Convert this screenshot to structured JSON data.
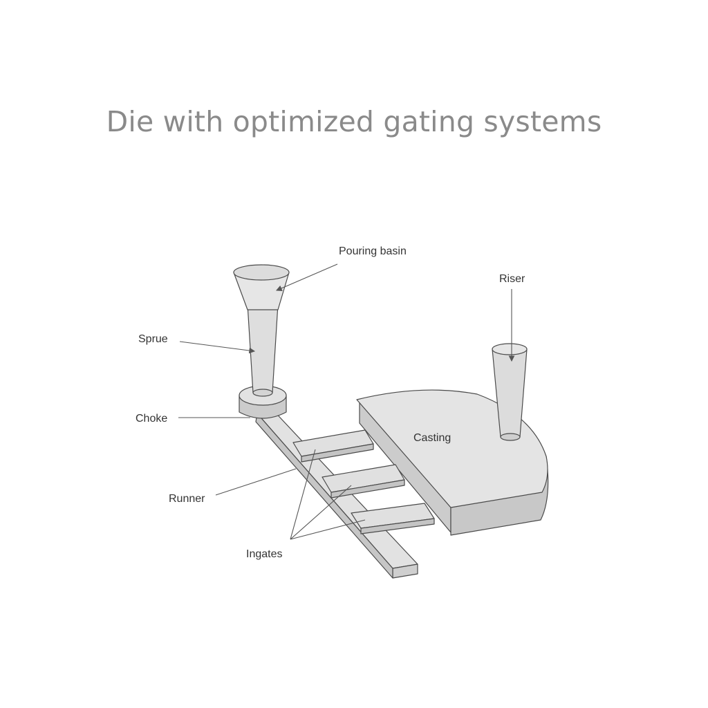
{
  "title": "Die with optimized gating systems",
  "labels": {
    "pouring_basin": "Pouring basin",
    "riser": "Riser",
    "sprue": "Sprue",
    "choke": "Choke",
    "casting": "Casting",
    "runner": "Runner",
    "ingates": "Ingates"
  },
  "colors": {
    "title": "#8a8a8a",
    "part_light": "#e6e6e6",
    "part_mid": "#d0d0d0",
    "part_dark": "#c2c2c2",
    "outline": "#4a4a4a"
  }
}
